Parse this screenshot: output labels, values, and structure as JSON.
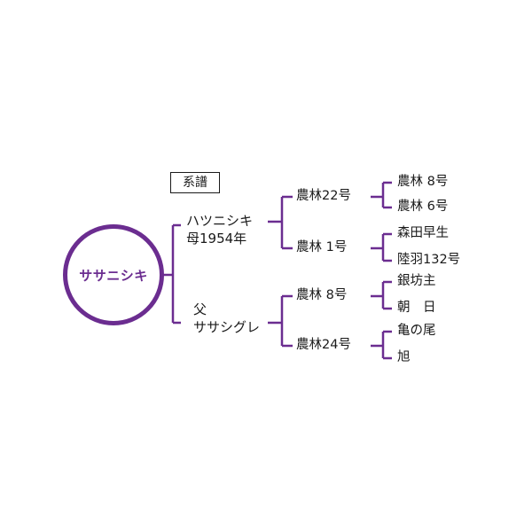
{
  "title": "系譜",
  "root": {
    "name": "ササニシキ"
  },
  "mother": {
    "name": "ハツニシキ",
    "role": "母1954年",
    "parents": [
      {
        "name": "農林22号",
        "parents": [
          "農林 8号",
          "農林 6号"
        ]
      },
      {
        "name": "農林 1号",
        "parents": [
          "森田早生",
          "陸羽132号"
        ]
      }
    ]
  },
  "father": {
    "role": "父",
    "name": "ササシグレ",
    "parents": [
      {
        "name": "農林 8号",
        "parents": [
          "銀坊主",
          "朝　日"
        ]
      },
      {
        "name": "農林24号",
        "parents": [
          "亀の尾",
          "旭"
        ]
      }
    ]
  },
  "colors": {
    "accent": "#6b2d90",
    "text": "#1a1a1a"
  }
}
